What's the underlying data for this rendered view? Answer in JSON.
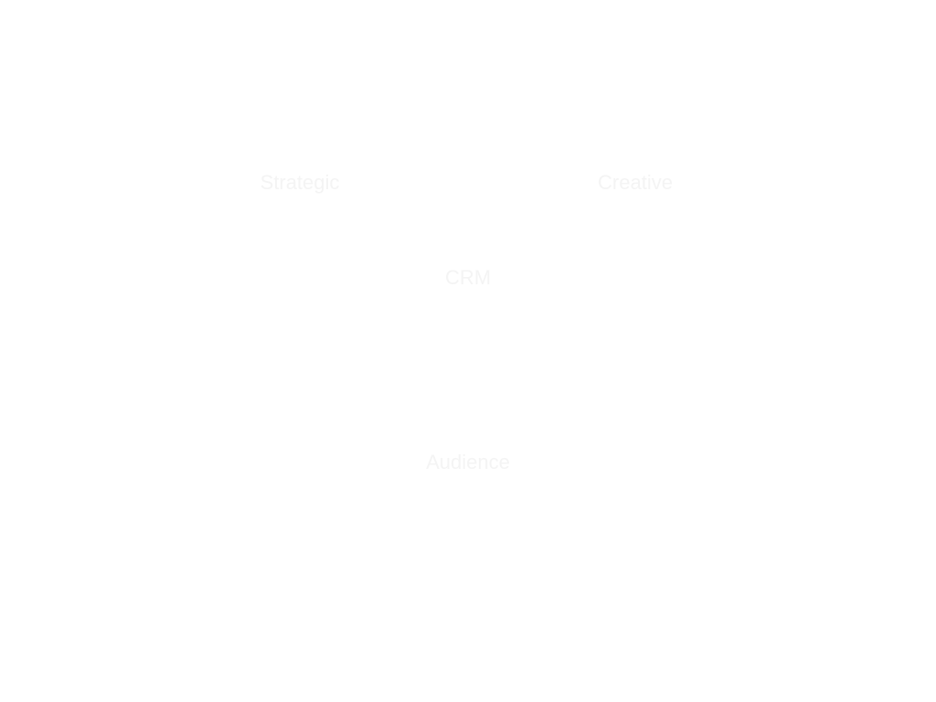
{
  "diagram": {
    "nodes": [
      {
        "label": "Strategic"
      },
      {
        "label": "Creative"
      },
      {
        "label": "CRM"
      },
      {
        "label": "Audience"
      }
    ]
  },
  "colors": {
    "background": "#ffffff",
    "label_text": "#f4f4f4"
  }
}
